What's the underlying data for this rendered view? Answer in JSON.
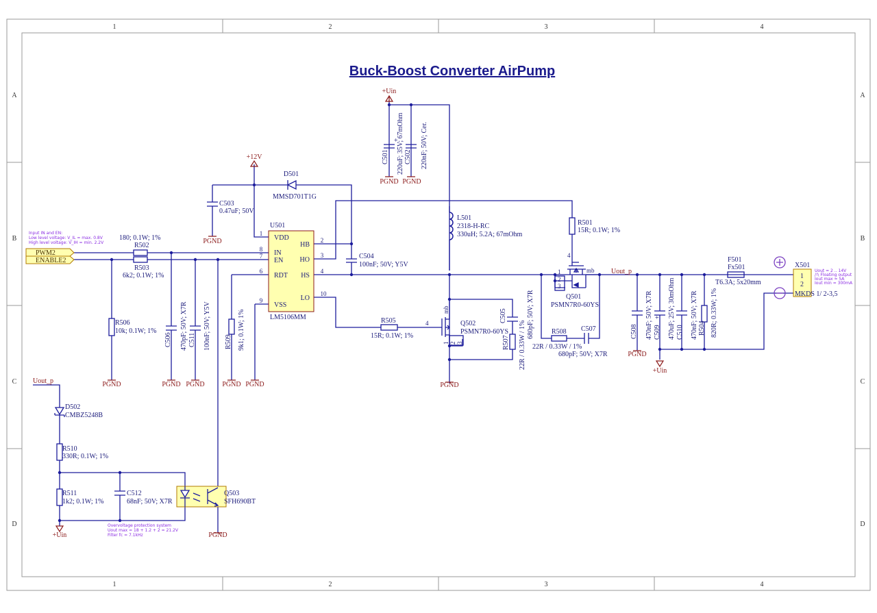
{
  "title": "Buck-Boost Converter AirPump",
  "frame": {
    "columns": [
      "1",
      "2",
      "3",
      "4"
    ],
    "rows": [
      "A",
      "B",
      "C",
      "D"
    ]
  },
  "nets": {
    "uin": "+Uin",
    "v12": "+12V",
    "pgnd": "PGND",
    "uout_p": "Uout_p"
  },
  "ports": {
    "pwm": "PWM2",
    "enable": "ENABLE2"
  },
  "notes": {
    "input": [
      "Input IN and EN:",
      "Low level voltage: V_IL = max. 0.8V",
      "High level voltage: V_IH = min. 2.2V"
    ],
    "output": [
      "Uout = 2 .. 14V",
      "/!\\ Floating output",
      "Iout max = 5A",
      "Iout min = 300mA"
    ],
    "ovp": [
      "Overvoltage protection system",
      "Uout max = 18 + 1.2 + 2 = 21.2V",
      "Filter fc = 7.1kHz"
    ]
  },
  "u501": {
    "ref": "U501",
    "part": "LM5106MM",
    "pins": {
      "vdd": {
        "num": "1",
        "name": "VDD"
      },
      "in": {
        "num": "8",
        "name": "IN"
      },
      "en": {
        "num": "7",
        "name": "EN"
      },
      "rdt": {
        "num": "6",
        "name": "RDT"
      },
      "vss": {
        "num": "9",
        "name": "VSS"
      },
      "hb": {
        "num": "2",
        "name": "HB"
      },
      "ho": {
        "num": "3",
        "name": "HO"
      },
      "hs": {
        "num": "4",
        "name": "HS"
      },
      "lo": {
        "num": "10",
        "name": "LO"
      }
    }
  },
  "components": {
    "C501": {
      "ref": "C501",
      "value": "220uF; 35V; 67mOhm"
    },
    "C502": {
      "ref": "C502",
      "value": "220nF; 50V; Cer."
    },
    "C503": {
      "ref": "C503",
      "value": "0.47uF; 50V"
    },
    "D501": {
      "ref": "D501",
      "value": "MMSD701T1G"
    },
    "C504": {
      "ref": "C504",
      "value": "100nF; 50V; Y5V"
    },
    "L501": {
      "ref": "L501",
      "part": "2318-H-RC",
      "value": "330uH; 5.2A; 67mOhm"
    },
    "R501": {
      "ref": "R501",
      "value": "15R; 0.1W; 1%"
    },
    "Q501": {
      "ref": "Q501",
      "value": "PSMN7R0-60YS",
      "pins": [
        "4",
        "1",
        "2",
        "3",
        "mb"
      ]
    },
    "Q502": {
      "ref": "Q502",
      "value": "PSMN7R0-60YS",
      "pins": [
        "4",
        "mb",
        "1",
        "2",
        "3"
      ]
    },
    "R505": {
      "ref": "R505",
      "value": "15R; 0.1W; 1%"
    },
    "C505": {
      "ref": "C505",
      "value": "680pF; 50V; X7R"
    },
    "R507": {
      "ref": "R507",
      "value": "22R / 0.33W / 1%"
    },
    "R508": {
      "ref": "R508",
      "value": "22R / 0.33W / 1%"
    },
    "C507": {
      "ref": "C507",
      "value": "680pF; 50V; X7R"
    },
    "C508": {
      "ref": "C508",
      "value": "470nF; 50V; X7R"
    },
    "C509": {
      "ref": "C509",
      "value": "470uF; 25V; 30mOhm"
    },
    "C510": {
      "ref": "C510",
      "value": "470nF; 50V; X7R"
    },
    "R504": {
      "ref": "R504",
      "value": "820R; 0.33W; 1%"
    },
    "F501": {
      "ref": "F501",
      "part": "Fx501",
      "value": "T6.3A; 5x20mm"
    },
    "X501": {
      "ref": "X501",
      "value": "MKDS 1/ 2-3,5",
      "pins": [
        "1",
        "2"
      ]
    },
    "R502": {
      "ref": "R502",
      "value": "180; 0.1W; 1%"
    },
    "R503": {
      "ref": "R503",
      "value": "6k2; 0.1W; 1%"
    },
    "R506": {
      "ref": "R506",
      "value": "10k; 0.1W; 1%"
    },
    "C506": {
      "ref": "C506",
      "value": "470pF; 50V; X7R"
    },
    "C511": {
      "ref": "C511",
      "value": "100nF; 50V; Y5V"
    },
    "R509": {
      "ref": "R509",
      "value": "9k1; 0.1W; 1%"
    },
    "D502": {
      "ref": "D502",
      "value": "CMBZ5248B"
    },
    "R510": {
      "ref": "R510",
      "value": "330R; 0.1W; 1%"
    },
    "R511": {
      "ref": "R511",
      "value": "1k2; 0.1W; 1%"
    },
    "C512": {
      "ref": "C512",
      "value": "68nF; 50V; X7R"
    },
    "Q503": {
      "ref": "Q503",
      "value": "SFH690BT"
    }
  },
  "colors": {
    "wire": "#1c1c9c",
    "label": "#1a1a7a",
    "power": "#8b1a1a",
    "port_fill": "#ffffb0",
    "note": "#8a2be2",
    "title": "#1a1a8c"
  }
}
